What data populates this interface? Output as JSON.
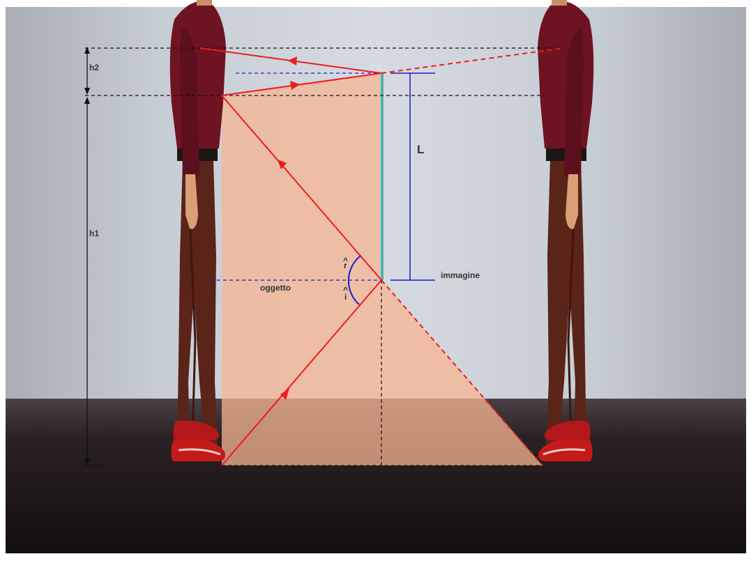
{
  "diagram": {
    "labels": {
      "h1": "h1",
      "h2": "h2",
      "L": "L",
      "object": "oggetto",
      "image": "immagine",
      "angle_reflection": "r",
      "angle_incidence": "i",
      "angle_hat": "^"
    },
    "colors": {
      "ray": "#ee1c1c",
      "mirror": "#1ec8c0",
      "dimension": "#1b1bcc",
      "guide": "#111111",
      "light_cone": "#f5b592",
      "wall": "#cdd3db",
      "table": "#1f1718",
      "hair": "#b0622a",
      "shirt": "#6e1322",
      "trousers": "#5a2418",
      "skin": "#d9a078",
      "shoe": "#c41a1a"
    }
  }
}
